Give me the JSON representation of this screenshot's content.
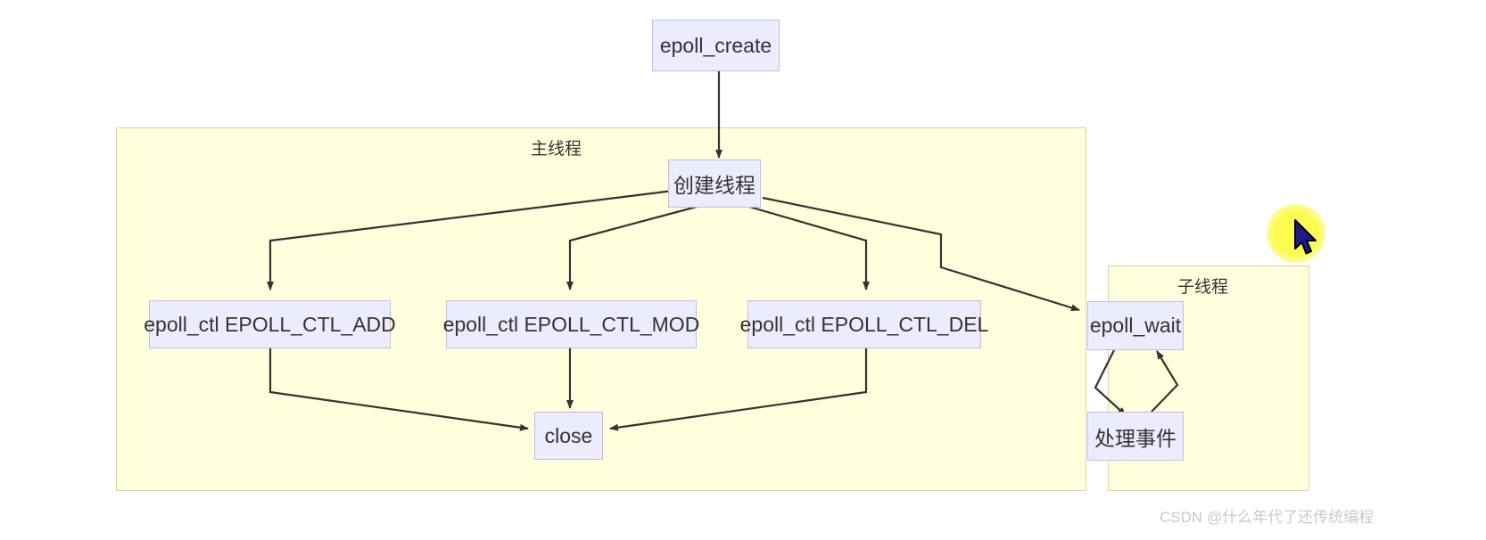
{
  "diagram": {
    "type": "flowchart",
    "title": "epoll multithread flow",
    "colors": {
      "group_fill": "#ffffde",
      "group_border": "#d7d79c",
      "node_fill": "#ececff",
      "node_border": "#c3bbe8",
      "edge": "#333333",
      "text": "#333333",
      "highlight": "#fdfd4a",
      "cursor": "#1b1b8f",
      "watermark": "#c9c9c9"
    },
    "groups": [
      {
        "id": "main-thread",
        "label": "主线程"
      },
      {
        "id": "sub-thread",
        "label": "子线程"
      }
    ],
    "nodes": [
      {
        "id": "epoll-create",
        "label": "epoll_create",
        "group": null
      },
      {
        "id": "create-thread",
        "label": "创建线程",
        "group": "main-thread"
      },
      {
        "id": "epoll-ctl-add",
        "label": "epoll_ctl EPOLL_CTL_ADD",
        "group": "main-thread"
      },
      {
        "id": "epoll-ctl-mod",
        "label": "epoll_ctl EPOLL_CTL_MOD",
        "group": "main-thread"
      },
      {
        "id": "epoll-ctl-del",
        "label": "epoll_ctl EPOLL_CTL_DEL",
        "group": "main-thread"
      },
      {
        "id": "close",
        "label": "close",
        "group": "main-thread"
      },
      {
        "id": "epoll-wait",
        "label": "epoll_wait",
        "group": "sub-thread"
      },
      {
        "id": "handle-event",
        "label": "处理事件",
        "group": "sub-thread"
      }
    ],
    "edges": [
      {
        "from": "epoll-create",
        "to": "create-thread"
      },
      {
        "from": "create-thread",
        "to": "epoll-ctl-add"
      },
      {
        "from": "create-thread",
        "to": "epoll-ctl-mod"
      },
      {
        "from": "create-thread",
        "to": "epoll-ctl-del"
      },
      {
        "from": "create-thread",
        "to": "epoll-wait"
      },
      {
        "from": "epoll-ctl-add",
        "to": "close"
      },
      {
        "from": "epoll-ctl-mod",
        "to": "close"
      },
      {
        "from": "epoll-ctl-del",
        "to": "close"
      },
      {
        "from": "epoll-wait",
        "to": "handle-event"
      },
      {
        "from": "handle-event",
        "to": "epoll-wait"
      }
    ]
  },
  "overlay": {
    "cursor_icon": "arrow-pointer-icon",
    "click_highlight_icon": "click-highlight-icon"
  },
  "watermark": {
    "text": "CSDN @什么年代了还传统编程"
  }
}
